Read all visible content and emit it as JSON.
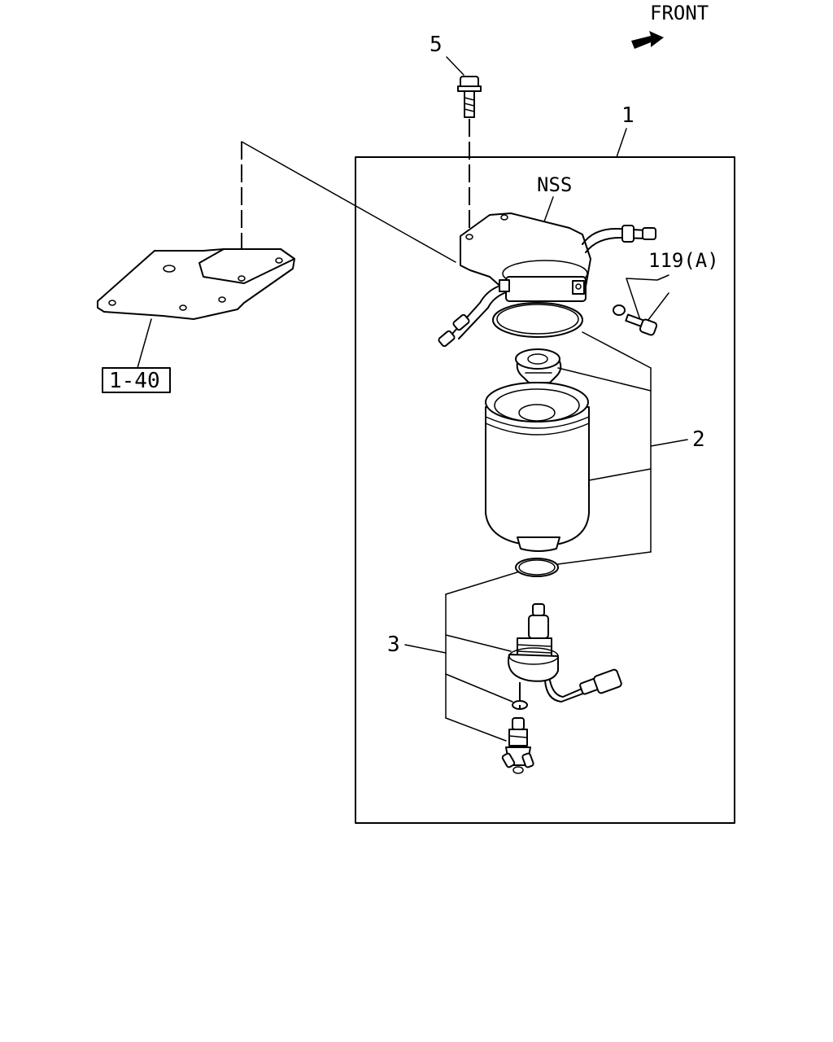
{
  "orientation": {
    "label": "FRONT",
    "icon": "front-arrow-icon"
  },
  "callouts": {
    "bolt": "5",
    "assembly": "1",
    "nss": "NSS",
    "hardware_ref": "119(A)",
    "element_kit": "2",
    "sensor_kit": "3",
    "bracket_ref": "1-40"
  }
}
